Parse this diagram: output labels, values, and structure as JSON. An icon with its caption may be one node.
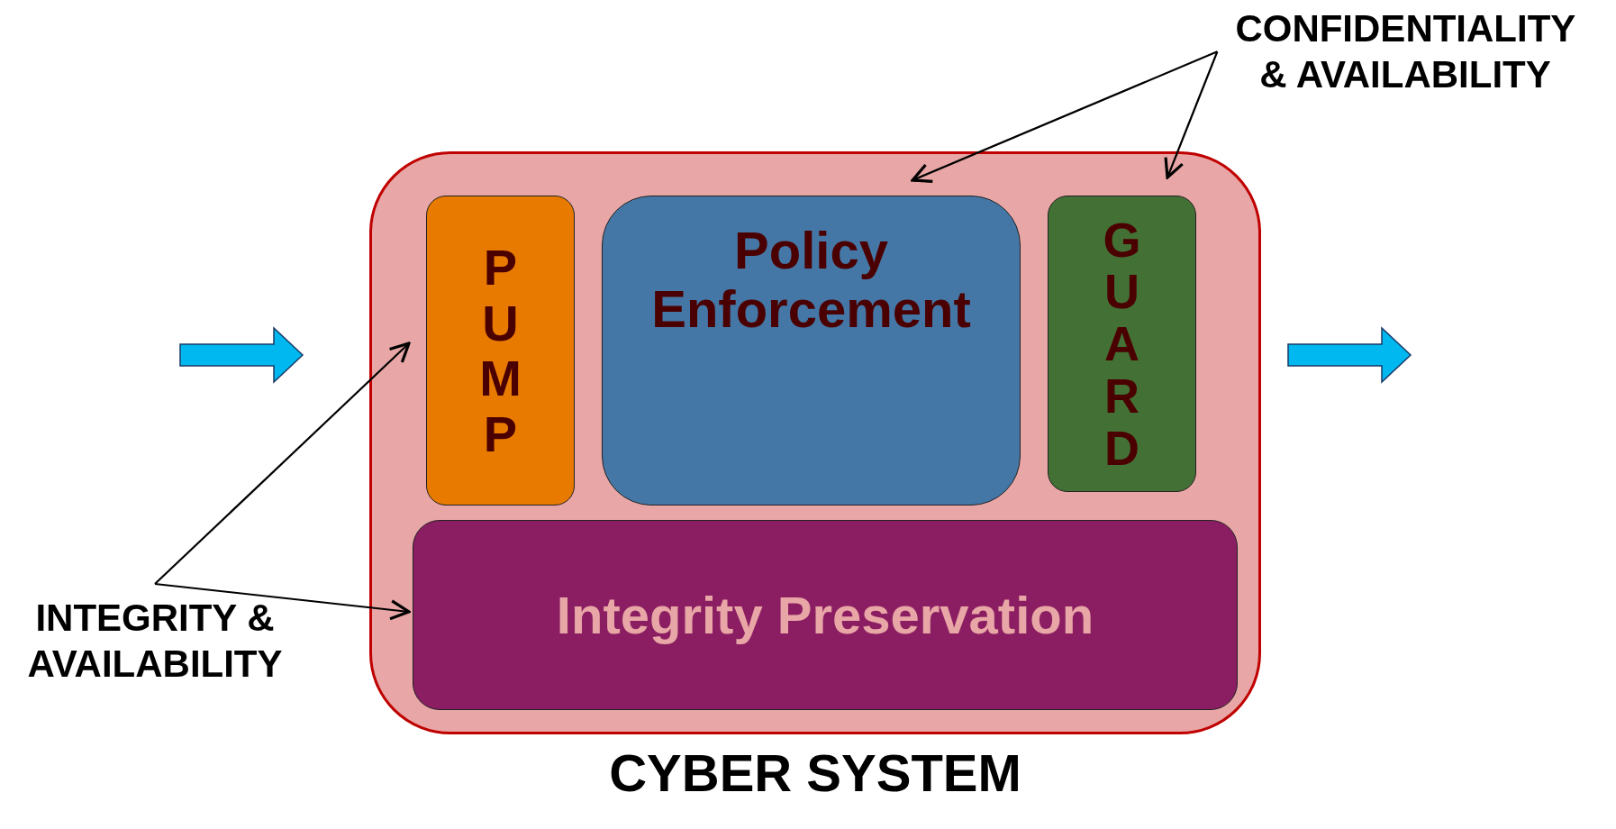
{
  "diagram": {
    "nodes": [
      {
        "text": [
          "CYBER SYSTEM"
        ]
      },
      {
        "text": [
          "PUMP"
        ],
        "in": 0
      },
      {
        "text": [
          "Policy Enforcement"
        ],
        "in": 0
      },
      {
        "text": [
          "GUARD"
        ],
        "in": 0
      },
      {
        "text": [
          "Integrity Preservation"
        ],
        "in": 0
      },
      {
        "text": [
          "CONFIDENTIALITY & AVAILABILITY"
        ]
      },
      {
        "text": [
          "INTEGRITY & AVAILABILITY"
        ]
      }
    ],
    "edges": [
      {
        "from": 5,
        "to": 2,
        "arrow": "to"
      },
      {
        "from": 5,
        "to": 3,
        "arrow": "to"
      },
      {
        "from": 6,
        "to": 1,
        "arrow": "to"
      },
      {
        "from": 6,
        "to": 4,
        "arrow": "to"
      }
    ]
  }
}
